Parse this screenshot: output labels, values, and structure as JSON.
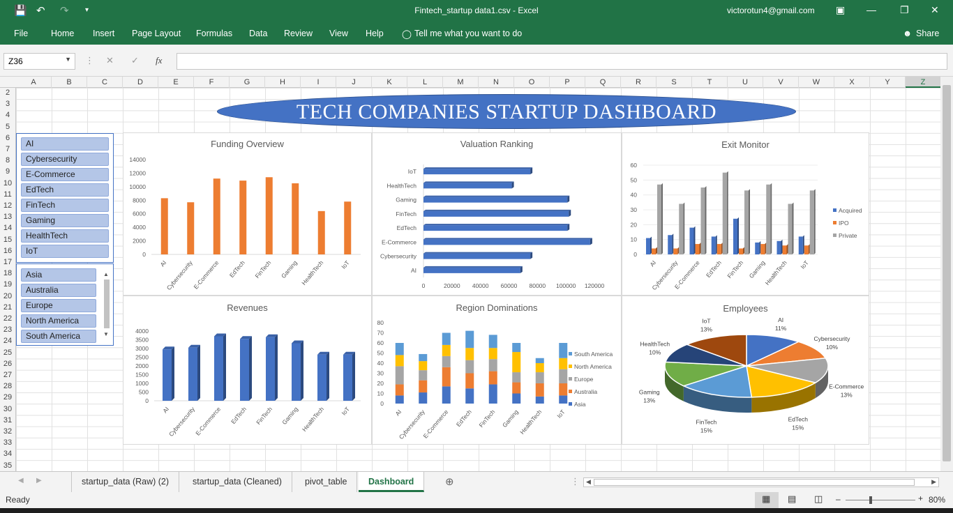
{
  "app": {
    "window_title": "Fintech_startup data1.csv  -  Excel",
    "account": "victorotun4@gmail.com"
  },
  "ribbon": {
    "tabs": [
      "File",
      "Home",
      "Insert",
      "Page Layout",
      "Formulas",
      "Data",
      "Review",
      "View",
      "Help"
    ],
    "tell_me": "Tell me what you want to do",
    "share": "Share"
  },
  "formula_bar": {
    "name_box": "Z36",
    "fx": "fx",
    "value": ""
  },
  "columns": [
    "A",
    "B",
    "C",
    "D",
    "E",
    "F",
    "G",
    "H",
    "I",
    "J",
    "K",
    "L",
    "M",
    "N",
    "O",
    "P",
    "Q",
    "R",
    "S",
    "T",
    "U",
    "V",
    "W",
    "X",
    "Y",
    "Z"
  ],
  "selected_column": "Z",
  "rows": [
    "2",
    "3",
    "4",
    "5",
    "6",
    "7",
    "8",
    "9",
    "10",
    "11",
    "12",
    "13",
    "14",
    "15",
    "16",
    "17",
    "18",
    "19",
    "20",
    "21",
    "22",
    "23",
    "24",
    "25",
    "26",
    "27",
    "28",
    "29",
    "30",
    "31",
    "32",
    "33",
    "34",
    "35"
  ],
  "dashboard_title": "TECH COMPANIES STARTUP DASHBOARD",
  "industry_slicer": [
    "AI",
    "Cybersecurity",
    "E-Commerce",
    "EdTech",
    "FinTech",
    "Gaming",
    "HealthTech",
    "IoT"
  ],
  "region_slicer": [
    "Asia",
    "Australia",
    "Europe",
    "North America",
    "South America"
  ],
  "colors": {
    "excel_green": "#217346",
    "blue": "#4472c4",
    "orange": "#ed7d31",
    "gray": "#a5a5a5",
    "yellow": "#ffc000",
    "lightblue": "#5b9bd5",
    "green": "#70ad47",
    "navy": "#264478",
    "brown": "#9e480e"
  },
  "chart_data": [
    {
      "type": "bar",
      "title": "Funding Overview",
      "categories": [
        "AI",
        "Cybersecurity",
        "E-Commerce",
        "EdTech",
        "FinTech",
        "Gaming",
        "HealthTech",
        "IoT"
      ],
      "values": [
        8300,
        7700,
        11200,
        10900,
        11400,
        10500,
        6400,
        7800
      ],
      "ylim": [
        0,
        14000
      ],
      "yticks": [
        "0",
        "2000",
        "4000",
        "6000",
        "8000",
        "10000",
        "12000",
        "14000"
      ],
      "color": "#ed7d31"
    },
    {
      "type": "bar",
      "title": "Valuation Ranking",
      "orientation": "horizontal",
      "categories": [
        "AI",
        "Cybersecurity",
        "E-Commerce",
        "EdTech",
        "FinTech",
        "Gaming",
        "HealthTech",
        "IoT"
      ],
      "values": [
        68000,
        75000,
        117000,
        101000,
        102000,
        101000,
        62000,
        75000
      ],
      "xlim": [
        0,
        120000
      ],
      "xticks": [
        "0",
        "20000",
        "40000",
        "60000",
        "80000",
        "100000",
        "120000"
      ],
      "color": "#4472c4"
    },
    {
      "type": "bar",
      "title": "Exit Monitor",
      "categories": [
        "AI",
        "Cybersecurity",
        "E-Commerce",
        "EdTech",
        "FinTech",
        "Gaming",
        "HealthTech",
        "IoT"
      ],
      "series": [
        {
          "name": "Acquired",
          "values": [
            11,
            13,
            18,
            12,
            24,
            8,
            9,
            12
          ]
        },
        {
          "name": "IPO",
          "values": [
            4,
            4,
            7,
            7,
            4,
            7,
            6,
            6
          ]
        },
        {
          "name": "Private",
          "values": [
            47,
            34,
            45,
            55,
            43,
            47,
            34,
            43
          ]
        }
      ],
      "ylim": [
        0,
        60
      ],
      "yticks": [
        "0",
        "10",
        "20",
        "30",
        "40",
        "50",
        "60"
      ]
    },
    {
      "type": "bar",
      "title": "Revenues",
      "categories": [
        "AI",
        "Cybersecurity",
        "E-Commerce",
        "EdTech",
        "FinTech",
        "Gaming",
        "HealthTech",
        "IoT"
      ],
      "values": [
        2950,
        3050,
        3700,
        3550,
        3650,
        3300,
        2650,
        2650
      ],
      "ylim": [
        0,
        4000
      ],
      "yticks": [
        "0",
        "500",
        "1000",
        "1500",
        "2000",
        "2500",
        "3000",
        "3500",
        "4000"
      ],
      "color": "#4472c4"
    },
    {
      "type": "bar",
      "stacked": true,
      "title": "Region Dominations",
      "categories": [
        "AI",
        "Cybersecurity",
        "E-Commerce",
        "EdTech",
        "FinTech",
        "Gaming",
        "HealthTech",
        "IoT"
      ],
      "series": [
        {
          "name": "Asia",
          "values": [
            8,
            11,
            17,
            15,
            19,
            10,
            7,
            8
          ]
        },
        {
          "name": "Australia",
          "values": [
            11,
            12,
            19,
            15,
            13,
            11,
            13,
            12
          ]
        },
        {
          "name": "Europe",
          "values": [
            18,
            10,
            11,
            13,
            12,
            10,
            11,
            14
          ]
        },
        {
          "name": "North America",
          "values": [
            11,
            9,
            11,
            12,
            11,
            20,
            9,
            11
          ]
        },
        {
          "name": "South America",
          "values": [
            12,
            7,
            12,
            17,
            13,
            9,
            5,
            15
          ]
        }
      ],
      "ylim": [
        0,
        80
      ],
      "yticks": [
        "0",
        "10",
        "20",
        "30",
        "40",
        "50",
        "60",
        "70",
        "80"
      ]
    },
    {
      "type": "pie",
      "title": "Employees",
      "slices": [
        {
          "label": "AI",
          "value": 11,
          "pct": "11%"
        },
        {
          "label": "Cybersecurity",
          "value": 10,
          "pct": "10%"
        },
        {
          "label": "E-Commerce",
          "value": 13,
          "pct": "13%"
        },
        {
          "label": "EdTech",
          "value": 15,
          "pct": "15%"
        },
        {
          "label": "FinTech",
          "value": 15,
          "pct": "15%"
        },
        {
          "label": "Gaming",
          "value": 13,
          "pct": "13%"
        },
        {
          "label": "HealthTech",
          "value": 10,
          "pct": "10%"
        },
        {
          "label": "IoT",
          "value": 13,
          "pct": "13%"
        }
      ]
    }
  ],
  "sheets": [
    "startup_data (Raw) (2)",
    "startup_data (Cleaned)",
    "pivot_table",
    "Dashboard"
  ],
  "active_sheet": "Dashboard",
  "status": {
    "ready": "Ready",
    "zoom": "80%"
  }
}
